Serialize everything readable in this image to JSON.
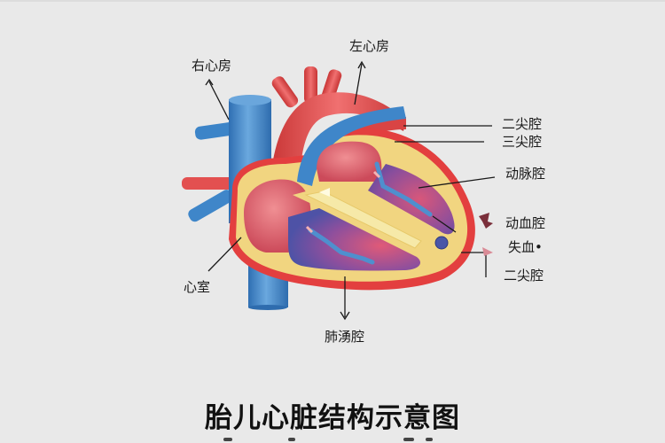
{
  "diagram": {
    "title": "胎儿心脏结构示意图",
    "background_color": "#e9e9e9",
    "colors": {
      "artery_red": "#e04b4b",
      "vein_blue": "#3f86c9",
      "septum_yellow": "#f1d580",
      "chamber_pink": "#d9566b",
      "chamber_purple": "#6b4fa0"
    },
    "labels": {
      "right_atrium": "右心房",
      "left_atrium": "左心房",
      "valve_1": "二尖腔",
      "valve_2": "三尖腔",
      "artery_chamber": "动脉腔",
      "blood_chamber": "动血腔",
      "lost_blood": "失血•",
      "valve_3": "二尖腔",
      "ventricle": "心室",
      "pulmonary": "肺湧腔"
    }
  }
}
